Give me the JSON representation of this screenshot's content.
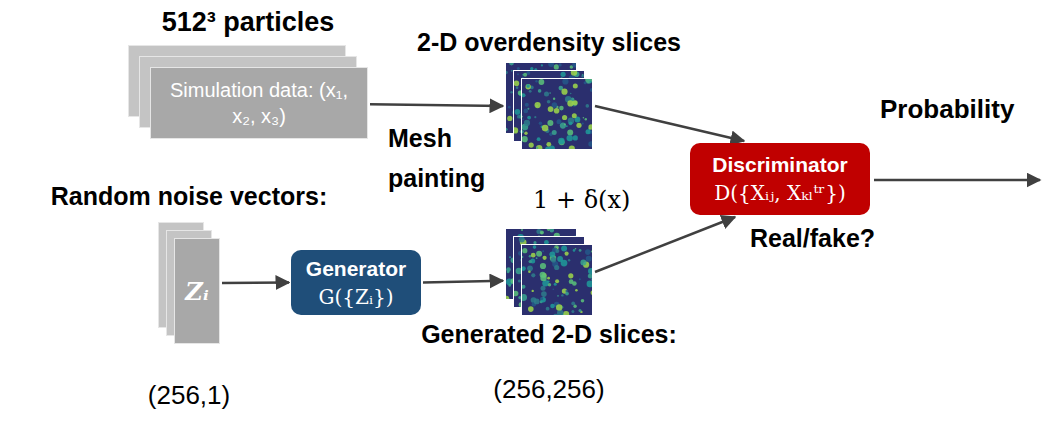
{
  "diagram": {
    "nodes": [
      {
        "text": [
          "512³ particles",
          "Simulation data: (x₁, x₂, x₃)"
        ]
      },
      {
        "text": [
          "2-D overdensity slices"
        ]
      },
      {
        "text": [
          "Random noise vectors:",
          "Zᵢ",
          "(256,1)"
        ]
      },
      {
        "text": [
          "Generator",
          "G({Zᵢ})"
        ]
      },
      {
        "text": [
          "Generated 2-D slices:",
          "(256,256)"
        ]
      },
      {
        "text": [
          "Discriminator",
          "D({Xᵢⱼ, Xₖₗᵗʳ})"
        ]
      }
    ],
    "edges": [
      {
        "from": 0,
        "to": 1,
        "arrow": "to",
        "label": "Mesh painting"
      },
      {
        "from": 2,
        "to": 3,
        "arrow": "to"
      },
      {
        "from": 3,
        "to": 4,
        "arrow": "to"
      },
      {
        "from": 1,
        "to": 5,
        "arrow": "to"
      },
      {
        "from": 4,
        "to": 5,
        "arrow": "to"
      }
    ],
    "labels": [
      "1 + δ(x)",
      "Real/fake?",
      "Probability"
    ]
  }
}
